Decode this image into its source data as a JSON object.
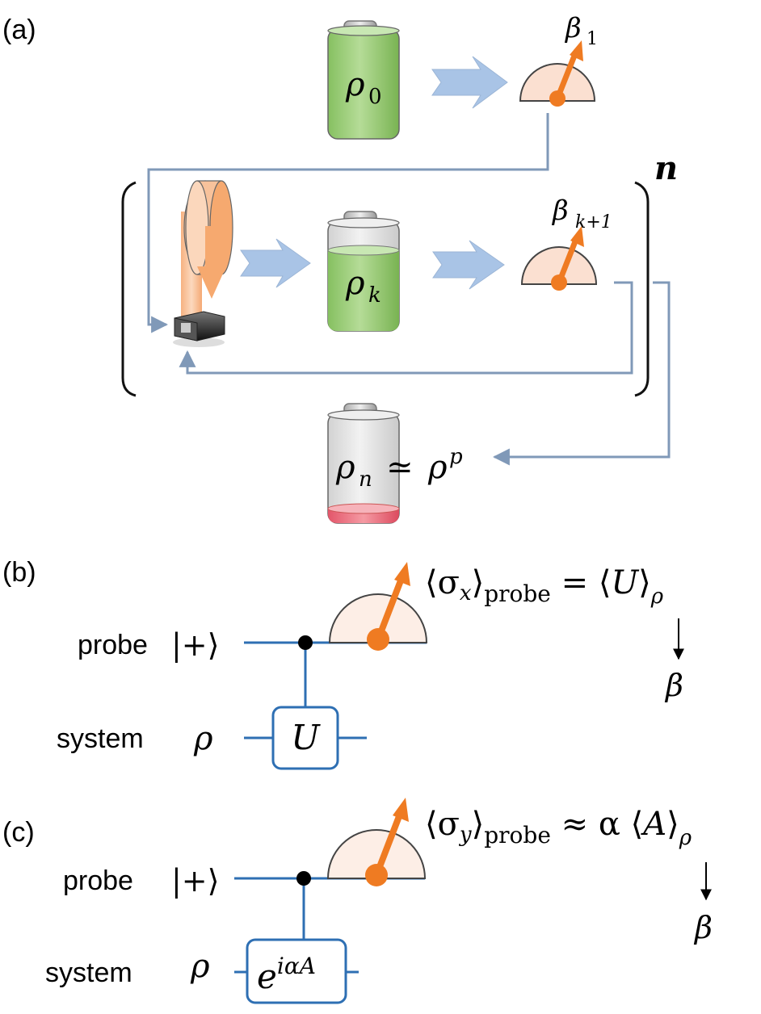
{
  "panels": {
    "a": {
      "label": "(a)",
      "battery_top": "ρ",
      "battery_top_sub": "0",
      "meter_top": "β",
      "meter_top_sub": "1",
      "repeat_symbol": "n",
      "battery_mid": "ρ",
      "battery_mid_sub": "k",
      "meter_mid": "β",
      "meter_mid_sub": "k+1",
      "battery_bottom": "ρ",
      "battery_bottom_sub": "n",
      "approx": "≃",
      "battery_bottom_rhs": "ρ",
      "battery_bottom_sup": "p"
    },
    "b": {
      "label": "(b)",
      "probe_label": "probe",
      "probe_state": "|+⟩",
      "system_label": "system",
      "system_state": "ρ",
      "gate": "U",
      "eq_open": "⟨σ",
      "eq_sub": "x",
      "eq_close": "⟩",
      "eq_sub2": "probe",
      "eq_mid": " = ⟨",
      "eq_op": "U",
      "eq_end": "⟩",
      "eq_end_sub": "ρ",
      "result": "β"
    },
    "c": {
      "label": "(c)",
      "probe_label": "probe",
      "probe_state": "|+⟩",
      "system_label": "system",
      "system_state": "ρ",
      "gate_base": "e",
      "gate_exp": "iαA",
      "eq_open": "⟨σ",
      "eq_sub": "y",
      "eq_close": "⟩",
      "eq_sub2": "probe",
      "eq_mid": " ≈ α ⟨",
      "eq_op": "A",
      "eq_end": "⟩",
      "eq_end_sub": "ρ",
      "result": "β"
    }
  },
  "colors": {
    "wire": "#2e6fb3",
    "feedback": "#8099b8",
    "arrow_fill": "#a9c4e6",
    "battery_green": "#9ccd7a",
    "battery_red": "#ee6f7c",
    "meter_fill": "#fbe0d1",
    "needle": "#ef7b22",
    "laser": "#f7b98a"
  }
}
